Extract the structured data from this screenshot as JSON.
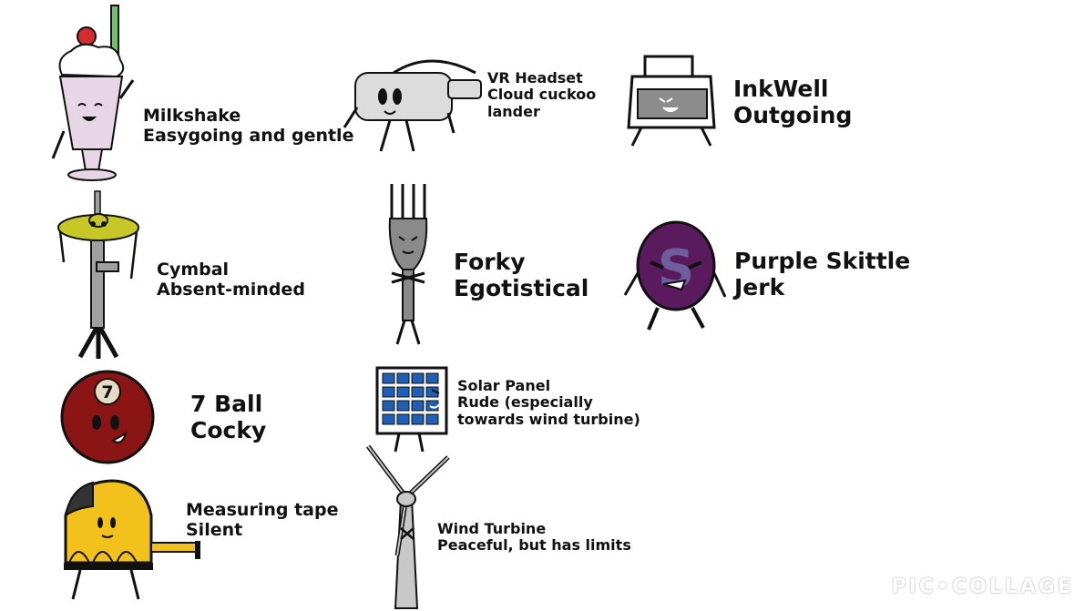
{
  "characters": [
    {
      "name": "Milkshake",
      "trait": "Easygoing and gentle"
    },
    {
      "name": "VR Headset",
      "trait_line1": "Cloud cuckoo",
      "trait_line2": "lander"
    },
    {
      "name": "InkWell",
      "trait": "Outgoing"
    },
    {
      "name": "Cymbal",
      "trait": "Absent-minded"
    },
    {
      "name": "Forky",
      "trait": "Egotistical"
    },
    {
      "name": "Purple Skittle",
      "trait": "Jerk"
    },
    {
      "name": "7 Ball",
      "trait": "Cocky",
      "ball_number": "7"
    },
    {
      "name": "Solar Panel",
      "trait_line1": "Rude (especially",
      "trait_line2": "towards wind turbine)"
    },
    {
      "name": "Measuring tape",
      "trait": "Silent"
    },
    {
      "name": "Wind Turbine",
      "trait": "Peaceful, but has limits"
    }
  ],
  "skittle_letter": "S",
  "watermark": "PIC•COLLAGE",
  "colors": {
    "milkshake": "#e6d6e6",
    "cymbal": "#c7c827",
    "pole": "#a0a0a0",
    "ball": "#8b1414",
    "tape": "#f2c11b",
    "skittle": "#5b1a5e",
    "solar": "#1f5fb5",
    "headset": "#dcdcdc",
    "inkwell": "#8c8c8c",
    "fork": "#8a8a8a"
  }
}
